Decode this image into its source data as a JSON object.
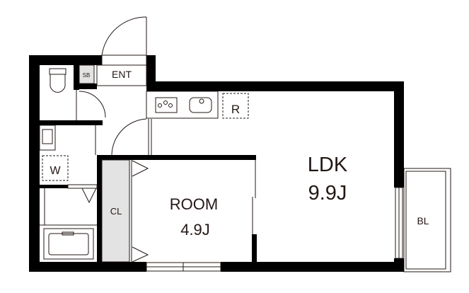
{
  "labels": {
    "ent": "ENT",
    "sb": "SB",
    "r": "R",
    "w": "W",
    "cl": "CL",
    "room_name": "ROOM",
    "room_size": "4.9J",
    "ldk_name": "LDK",
    "ldk_size": "9.9J",
    "bl": "BL"
  },
  "colors": {
    "wall": "#000000",
    "storage": "#e3e3e3",
    "line": "#231815"
  }
}
